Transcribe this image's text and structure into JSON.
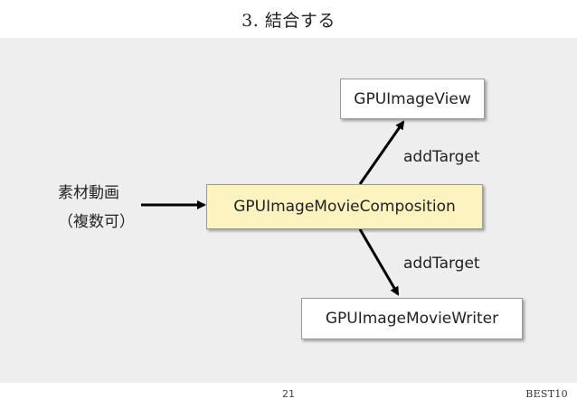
{
  "slide": {
    "title": "3. 結合する",
    "page_number": "21",
    "brand": "BEST10"
  },
  "diagram": {
    "source_label_line1": "素材動画",
    "source_label_line2": "（複数可）",
    "center_node": "GPUImageMovieComposition",
    "top_node": "GPUImageView",
    "bottom_node": "GPUImageMovieWriter",
    "top_edge_label": "addTarget",
    "bottom_edge_label": "addTarget",
    "center_color": "#fdf3c0"
  }
}
